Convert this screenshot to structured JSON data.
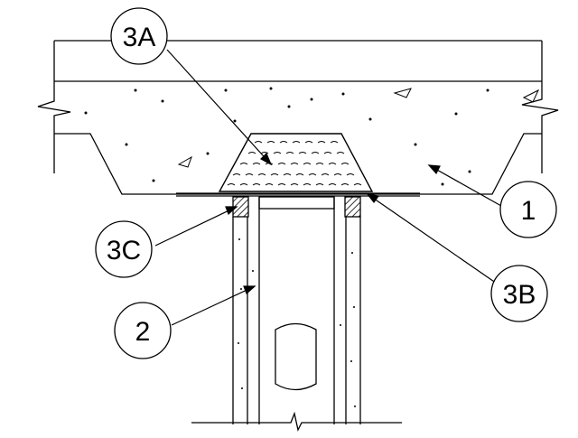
{
  "callouts": {
    "c3a": "3A",
    "c1": "1",
    "c3c": "3C",
    "c3b": "3B",
    "c2": "2"
  },
  "colors": {
    "line": "#000000",
    "background": "#ffffff",
    "hatch": "#000000"
  }
}
